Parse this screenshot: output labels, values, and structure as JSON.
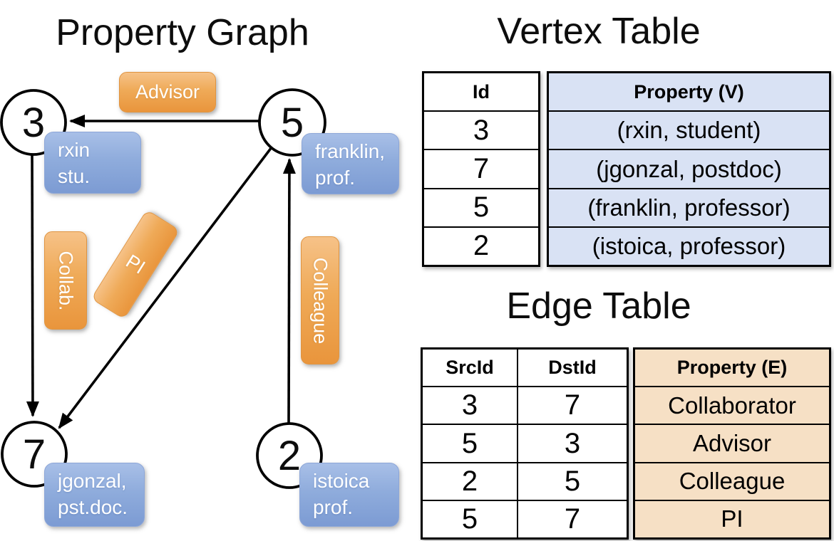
{
  "titles": {
    "graph": "Property Graph",
    "vertex_table": "Vertex Table",
    "edge_table": "Edge Table"
  },
  "graph": {
    "nodes": [
      {
        "id": "3",
        "line1": "rxin",
        "line2": "stu."
      },
      {
        "id": "5",
        "line1": "franklin,",
        "line2": "prof."
      },
      {
        "id": "7",
        "line1": "jgonzal,",
        "line2": "pst.doc."
      },
      {
        "id": "2",
        "line1": "istoica",
        "line2": "prof."
      }
    ],
    "edge_labels": {
      "advisor": "Advisor",
      "collab": "Collab.",
      "pi": "PI",
      "colleague": "Colleague"
    }
  },
  "vertex_table": {
    "headers": {
      "id": "Id",
      "property": "Property (V)"
    },
    "rows": [
      {
        "id": "3",
        "property": "(rxin, student)"
      },
      {
        "id": "7",
        "property": "(jgonzal, postdoc)"
      },
      {
        "id": "5",
        "property": "(franklin, professor)"
      },
      {
        "id": "2",
        "property": "(istoica, professor)"
      }
    ]
  },
  "edge_table": {
    "headers": {
      "src": "SrcId",
      "dst": "DstId",
      "property": "Property (E)"
    },
    "rows": [
      {
        "src": "3",
        "dst": "7",
        "property": "Collaborator"
      },
      {
        "src": "5",
        "dst": "3",
        "property": "Advisor"
      },
      {
        "src": "2",
        "dst": "5",
        "property": "Colleague"
      },
      {
        "src": "5",
        "dst": "7",
        "property": "PI"
      }
    ]
  },
  "colors": {
    "orange_accent": "#E9953C",
    "blue_accent": "#7C9BD3",
    "vertex_cell_bg": "#D9E2F4",
    "edge_cell_bg": "#F6E0C5",
    "stroke": "#000000"
  }
}
